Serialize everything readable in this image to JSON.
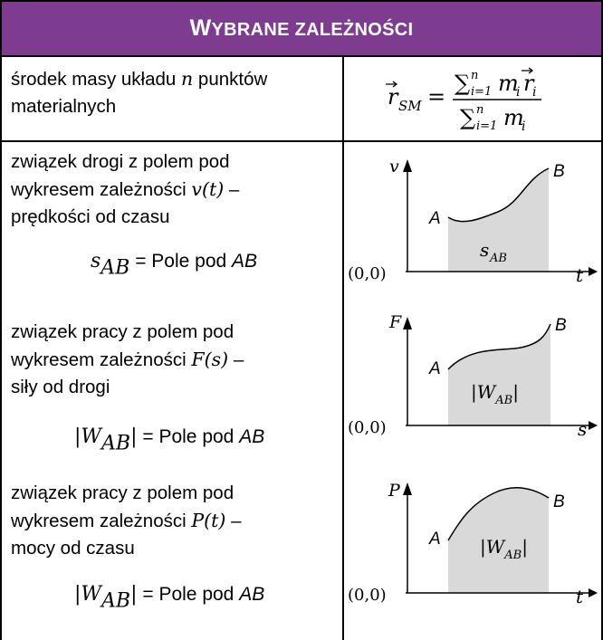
{
  "header": {
    "title_first": "W",
    "title_rest": "YBRANE ZALEŻNOŚCI"
  },
  "rows": [
    {
      "desc_lines": [
        "środek masy układu",
        "n",
        "punktów",
        "materialnych"
      ],
      "formula": {
        "lhs": "r",
        "lhs_sub": "SM",
        "numerator_sum": "∑",
        "numerator_sub": "i=1",
        "numerator_sup": "n",
        "numerator_term": "m",
        "numerator_term_sub": "i",
        "numerator_vec": "r",
        "numerator_vec_sub": "i",
        "denominator_sum": "∑",
        "denominator_sub": "i=1",
        "denominator_sup": "n",
        "denominator_term": "m",
        "denominator_term_sub": "i"
      }
    },
    {
      "desc_line1": "związek drogi z polem pod",
      "desc_line2_a": "wykresem zależności",
      "desc_line2_math": "v(t)",
      "desc_line2_b": " –",
      "desc_line3": "prędkości od czasu",
      "eq_lhs": "s",
      "eq_lhs_sub": "AB",
      "eq_rhs_a": "= Pole pod ",
      "eq_rhs_b": "AB",
      "graph": {
        "y_axis": "v",
        "x_axis": "t",
        "origin": "(0,0)",
        "start": "A",
        "end": "B",
        "area_label": "s",
        "area_label_sub": "AB"
      }
    },
    {
      "desc_line1": "związek pracy z polem pod",
      "desc_line2_a": "wykresem zależności",
      "desc_line2_math": "F(s)",
      "desc_line2_b": " –",
      "desc_line3": "siły od drogi",
      "eq_lhs": "|W",
      "eq_lhs_sub": "AB",
      "eq_lhs_end": "|",
      "eq_rhs_a": " =  Pole pod ",
      "eq_rhs_b": "AB",
      "graph": {
        "y_axis": "F",
        "x_axis": "s",
        "origin": "(0,0)",
        "start": "A",
        "end": "B",
        "area_label": "|W",
        "area_label_sub": "AB",
        "area_label_end": "|"
      }
    },
    {
      "desc_line1": "związek pracy z polem pod",
      "desc_line2_a": "wykresem zależności",
      "desc_line2_math": "P(t)",
      "desc_line2_b": " –",
      "desc_line3": "mocy od czasu",
      "eq_lhs": "|W",
      "eq_lhs_sub": "AB",
      "eq_lhs_end": "|",
      "eq_rhs_a": " =  Pole pod ",
      "eq_rhs_b": "AB",
      "graph": {
        "y_axis": "P",
        "x_axis": "t",
        "origin": "(0,0)",
        "start": "A",
        "end": "B",
        "area_label": "|W",
        "area_label_sub": "AB",
        "area_label_end": "|"
      }
    }
  ],
  "colors": {
    "header_bg": "#7d3c8f",
    "header_text": "#ffffff",
    "area_fill": "#d9d9d9"
  }
}
